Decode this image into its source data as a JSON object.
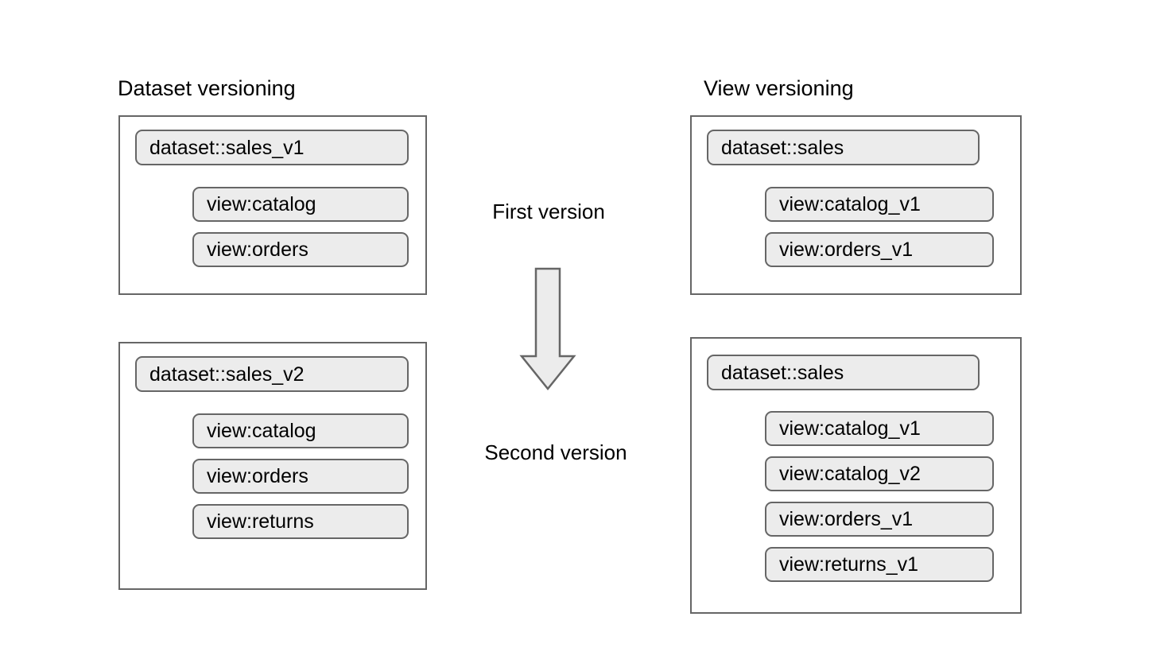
{
  "theme": {
    "background": "#ffffff",
    "box_border": "#666666",
    "pill_fill": "#ececec",
    "pill_border": "#666666",
    "arrow_fill": "#ececec",
    "arrow_border": "#666666",
    "text": "#000000"
  },
  "columns": {
    "left": {
      "heading": "Dataset versioning",
      "groups": [
        {
          "dataset": "dataset::sales_v1",
          "views": [
            "view:catalog",
            "view:orders"
          ]
        },
        {
          "dataset": "dataset::sales_v2",
          "views": [
            "view:catalog",
            "view:orders",
            "view:returns"
          ]
        }
      ]
    },
    "right": {
      "heading": "View versioning",
      "groups": [
        {
          "dataset": "dataset::sales",
          "views": [
            "view:catalog_v1",
            "view:orders_v1"
          ]
        },
        {
          "dataset": "dataset::sales",
          "views": [
            "view:catalog_v1",
            "view:catalog_v2",
            "view:orders_v1",
            "view:returns_v1"
          ]
        }
      ]
    }
  },
  "center": {
    "first_label": "First version",
    "second_label": "Second version",
    "arrow": "down-arrow-icon"
  }
}
